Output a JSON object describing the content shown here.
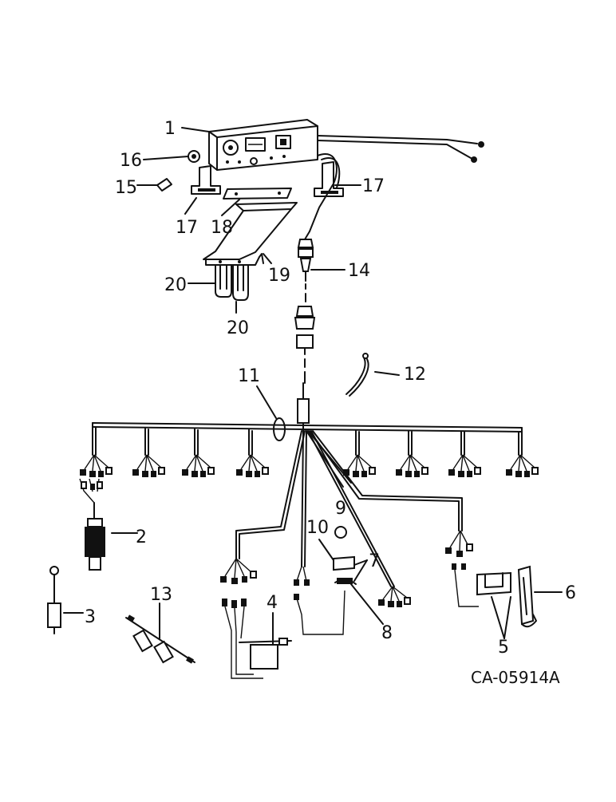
{
  "diagram": {
    "code": "CA-05914A",
    "callouts": [
      "1",
      "2",
      "3",
      "4",
      "5",
      "6",
      "7",
      "8",
      "9",
      "10",
      "11",
      "12",
      "13",
      "14",
      "15",
      "16",
      "17",
      "17",
      "18",
      "19",
      "20",
      "20"
    ]
  }
}
